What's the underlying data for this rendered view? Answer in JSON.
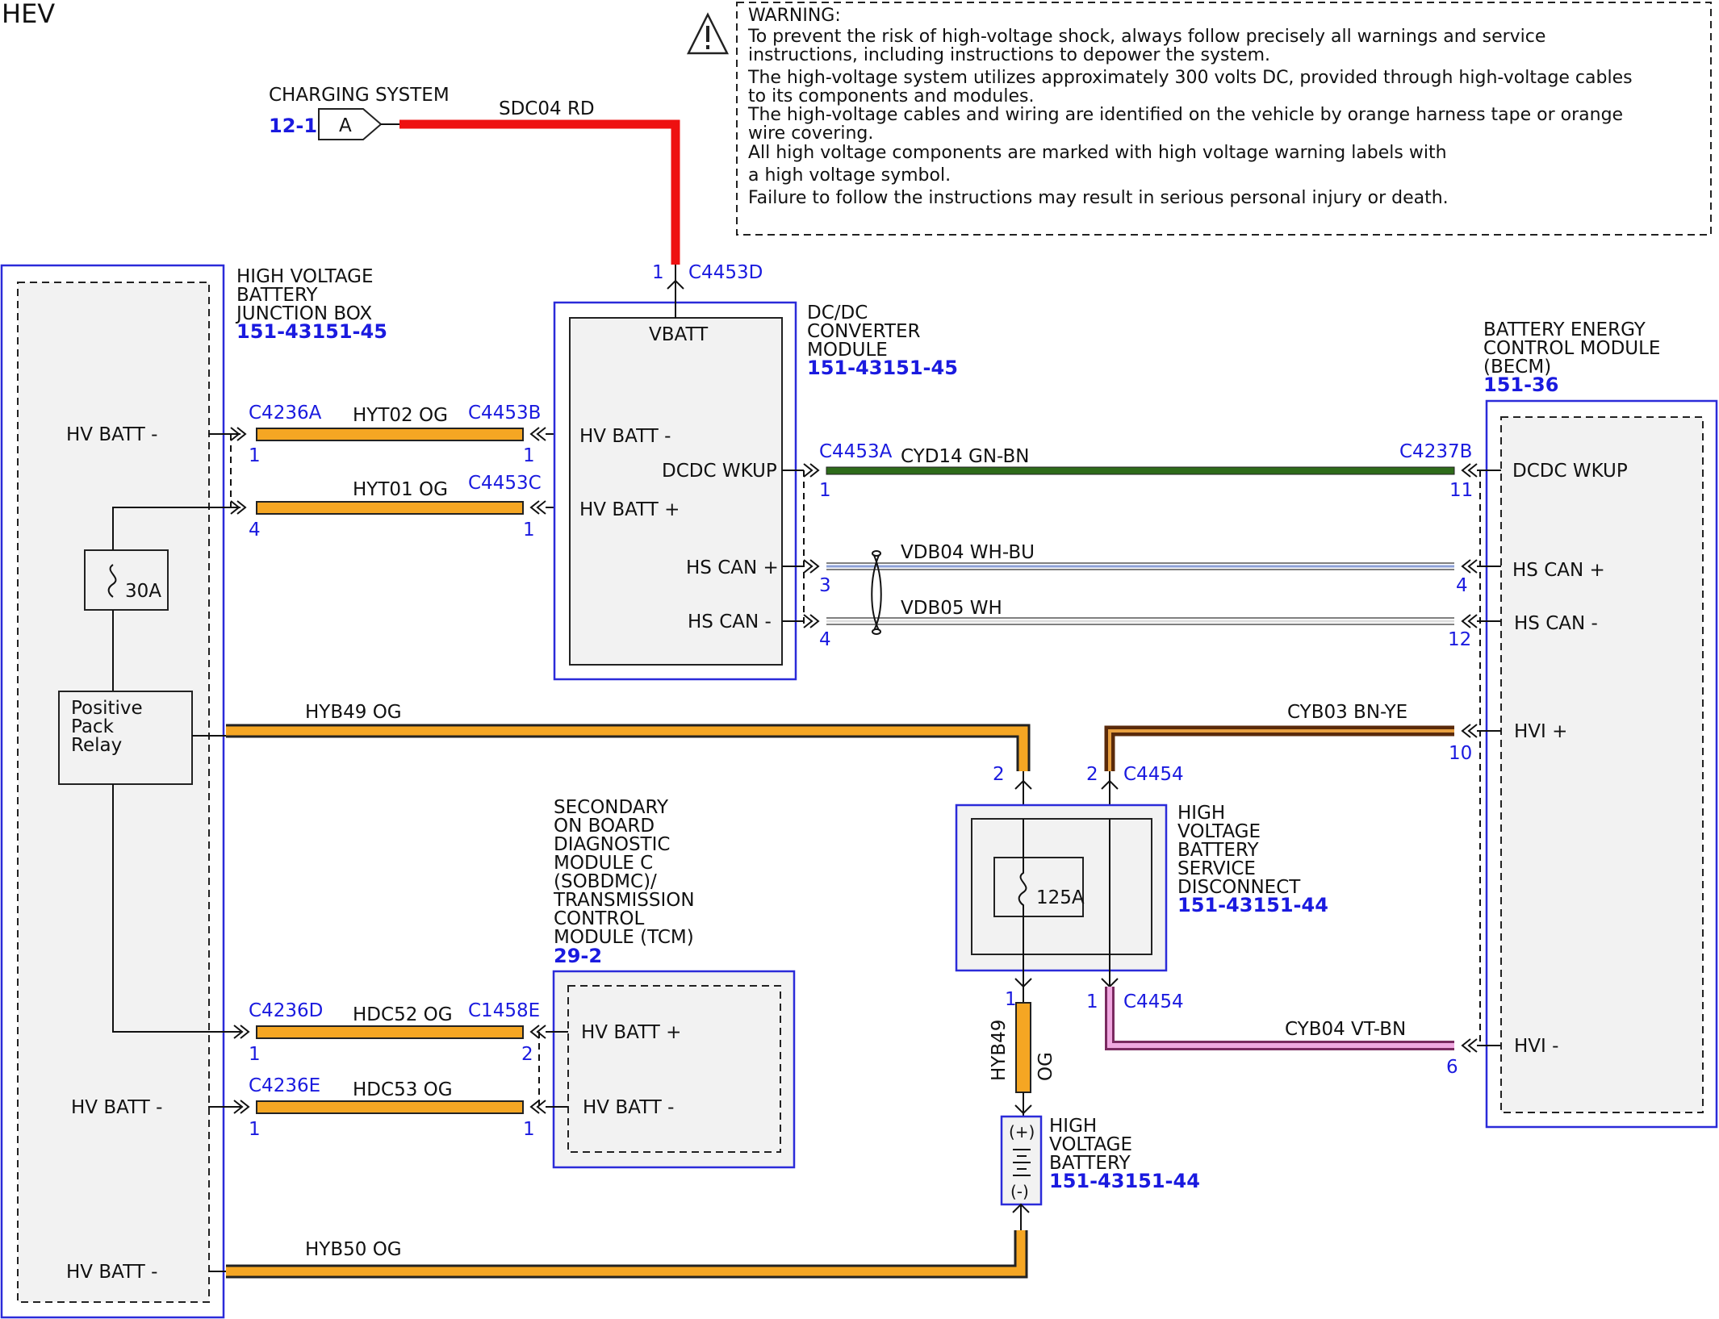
{
  "title": "HEV",
  "warning": {
    "lines": [
      "WARNING:",
      "To prevent the risk of high-voltage shock, always follow precisely all warnings and service",
      "instructions, including instructions to depower the system.",
      "The high-voltage system utilizes approximately 300 volts DC, provided through high-voltage cables",
      "to its components and modules.",
      "The high-voltage cables and wiring are identified on the vehicle by orange harness tape or orange",
      "wire covering.",
      "All high voltage components are marked with high voltage warning labels with",
      "a high voltage symbol.",
      "Failure to follow the instructions may result in serious personal injury or death."
    ],
    "icon": "warning-triangle-icon"
  },
  "charging": {
    "label": "CHARGING SYSTEM",
    "ref": "12-1",
    "connector": "A",
    "wire": "SDC04  RD",
    "wire_color": "#ee1111"
  },
  "components": {
    "hvbjb": {
      "lines": [
        "HIGH VOLTAGE",
        "BATTERY",
        "JUNCTION BOX"
      ],
      "ref": "151-43151-45",
      "pins": [
        "HV BATT -",
        "HV BATT -",
        "HV BATT -"
      ],
      "relay": [
        "Positive",
        "Pack",
        "Relay"
      ],
      "fuse": "30A"
    },
    "dcdc": {
      "lines": [
        "DC/DC",
        "CONVERTER",
        "MODULE"
      ],
      "ref": "151-43151-45",
      "pins": [
        "VBATT",
        "HV BATT -",
        "HV BATT +",
        "DCDC WKUP",
        "HS CAN +",
        "HS CAN -"
      ]
    },
    "becm": {
      "lines": [
        "BATTERY ENERGY",
        "CONTROL MODULE",
        "(BECM)"
      ],
      "ref": "151-36",
      "pins": [
        "DCDC WKUP",
        "HS CAN +",
        "HS CAN -",
        "HVI +",
        "HVI -"
      ]
    },
    "tcm": {
      "lines": [
        "SECONDARY",
        "ON BOARD",
        "DIAGNOSTIC",
        "MODULE C",
        "(SOBDMC)/",
        "TRANSMISSION",
        "CONTROL",
        "MODULE (TCM)"
      ],
      "ref": "29-2",
      "pins": [
        "HV BATT +",
        "HV BATT -"
      ]
    },
    "disconnect": {
      "lines": [
        "HIGH",
        "VOLTAGE",
        "BATTERY",
        "SERVICE",
        "DISCONNECT"
      ],
      "ref": "151-43151-44",
      "fuse": "125A"
    },
    "battery": {
      "lines": [
        "HIGH",
        "VOLTAGE",
        "BATTERY"
      ],
      "ref": "151-43151-44",
      "plus": "(+)",
      "minus": "(-)"
    }
  },
  "connectors": {
    "c4453d": "C4453D",
    "c4236a": "C4236A",
    "c4453b": "C4453B",
    "c4453c": "C4453C",
    "c4453a": "C4453A",
    "c4237b": "C4237B",
    "c4454": "C4454",
    "c4236d": "C4236D",
    "c1458e": "C1458E",
    "c4236e": "C4236E"
  },
  "pins": {
    "p1": "1",
    "p2": "2",
    "p3": "3",
    "p4": "4",
    "p6": "6",
    "p10": "10",
    "p11": "11",
    "p12": "12"
  },
  "wires": {
    "hyt02": "HYT02  OG",
    "hyt01": "HYT01  OG",
    "cyd14": "CYD14  GN-BN",
    "vdb04": "VDB04  WH-BU",
    "vdb05": "VDB05  WH",
    "hyb49": "HYB49  OG",
    "cyb03": "CYB03  BN-YE",
    "hdc52": "HDC52  OG",
    "hdc53": "HDC53  OG",
    "cyb04": "CYB04  VT-BN",
    "hyb50": "HYB50  OG",
    "hyb49_v": "HYB49",
    "og_v": "OG"
  },
  "colors": {
    "orange": "#f5a623",
    "green": "#2e6b1a",
    "brown_yellow": "#8b3a10",
    "violet_brown": "#e58ad0",
    "white_blue": "#aab4d8",
    "blue": "#1a1adf"
  }
}
